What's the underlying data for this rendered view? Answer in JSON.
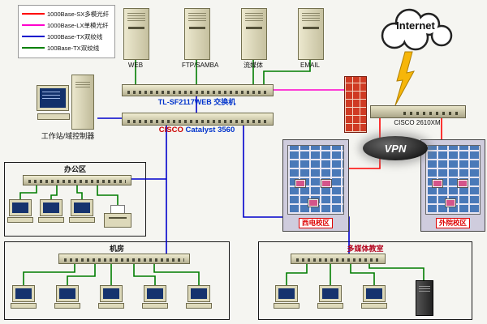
{
  "legend": {
    "items": [
      {
        "label": "1000Base-SX多模光纤",
        "color": "#ff0000"
      },
      {
        "label": "1000Base-LX单模光纤",
        "color": "#ff00cc"
      },
      {
        "label": "1000Base-TX双绞线",
        "color": "#0000cc"
      },
      {
        "label": "100Base-TX双绞线",
        "color": "#008000"
      }
    ]
  },
  "servers": [
    {
      "label": "WEB"
    },
    {
      "label": "FTP/SAMBA"
    },
    {
      "label": "流媒体"
    },
    {
      "label": "EMAIL"
    }
  ],
  "core_switch": {
    "label": "TL-SF2117WEB 交换机"
  },
  "catalyst": {
    "brand": "CISCO",
    "model": " Catalyst 3560"
  },
  "workstation": {
    "label": "工作站/域控制器"
  },
  "router": {
    "label": "CISCO 2610XM"
  },
  "internet": {
    "label": "Internet"
  },
  "vpn": {
    "label": "VPN"
  },
  "areas": {
    "office": {
      "label": "办公区"
    },
    "machine_room": {
      "label": "机房"
    },
    "multimedia": {
      "label": "多媒体教室"
    }
  },
  "campuses": [
    {
      "label": "西电校区"
    },
    {
      "label": "外院校区"
    }
  ]
}
